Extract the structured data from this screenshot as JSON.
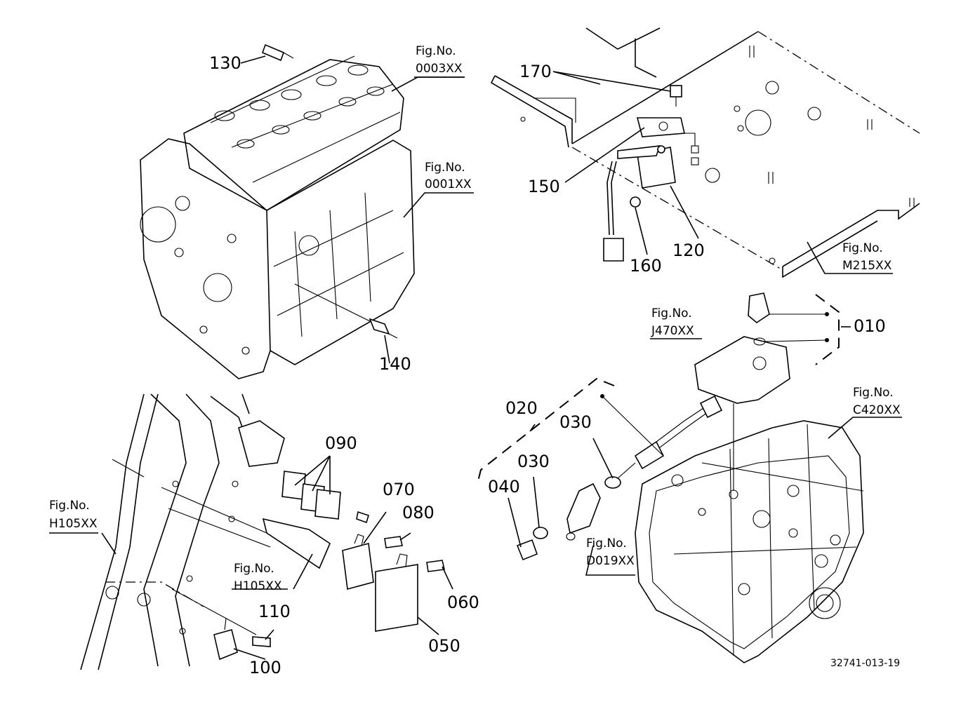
{
  "labels": {
    "p130": "130",
    "p140": "140",
    "p170": "170",
    "p150": "150",
    "p160": "160",
    "p120": "120",
    "p010": "010",
    "p020": "020",
    "p030a": "030",
    "p030b": "030",
    "p040": "040",
    "p090": "090",
    "p070": "070",
    "p080": "080",
    "p060": "060",
    "p050": "050",
    "p110": "110",
    "p100": "100"
  },
  "figs": {
    "fig_prefix": "Fig.No.",
    "f0003": "0003XX",
    "f0001": "0001XX",
    "fM215": "M215XX",
    "fJ470": "J470XX",
    "fC420": "C420XX",
    "fD019": "D019XX",
    "fH105a": "H105XX",
    "fH105b": "H105XX"
  },
  "drawing_code": "32741-013-19"
}
